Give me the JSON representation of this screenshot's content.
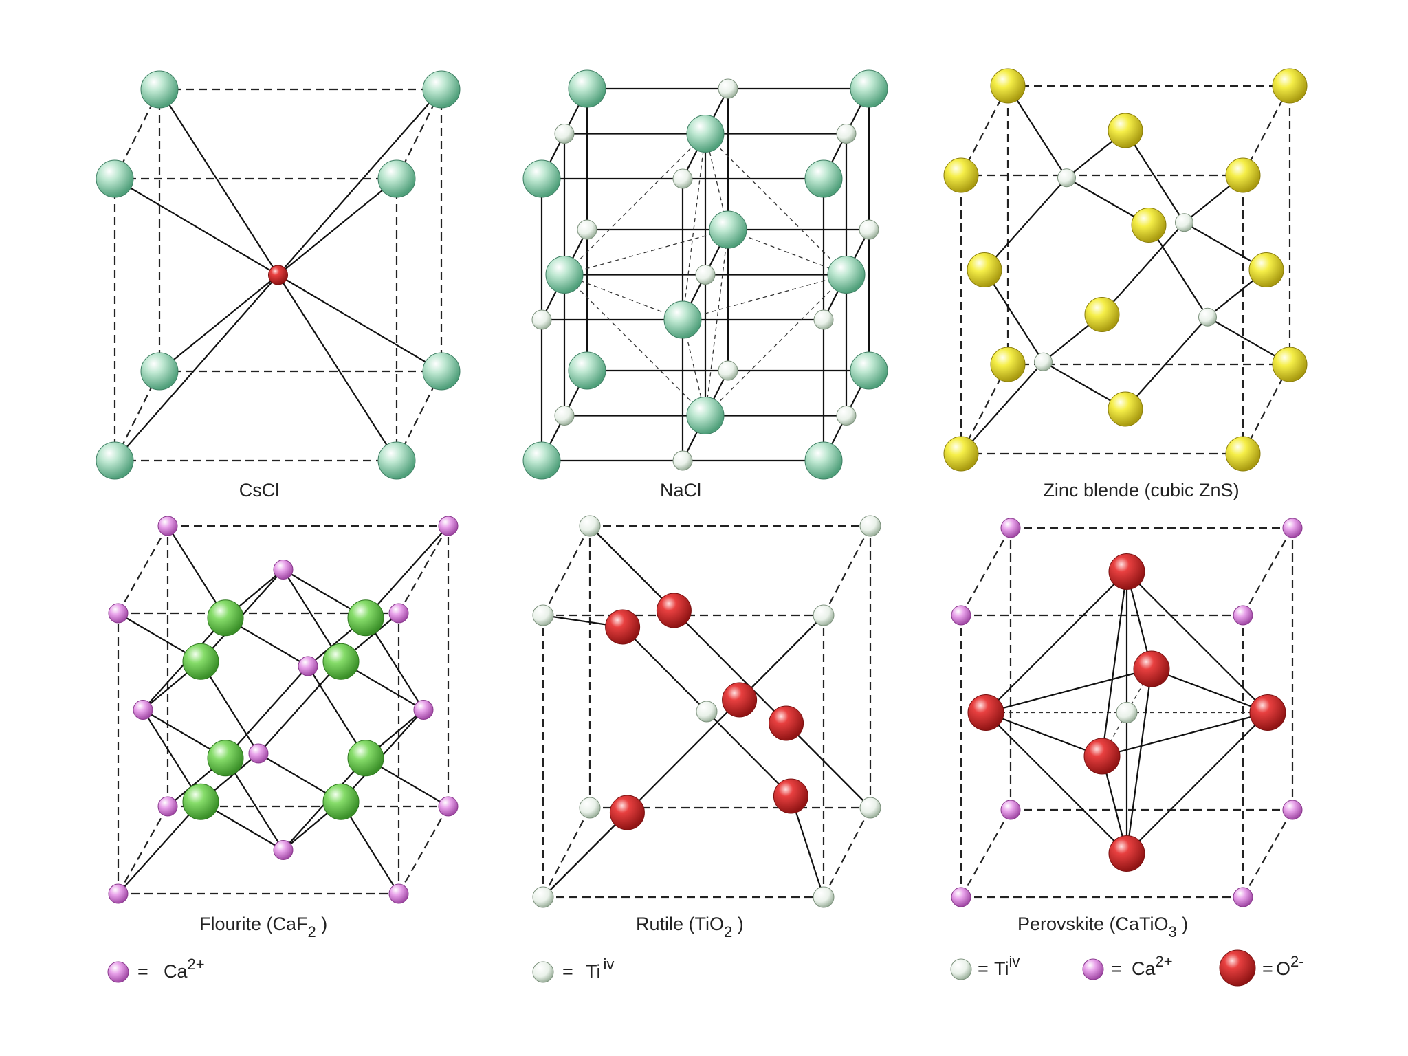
{
  "colors": {
    "teal_atom": "#9fd8bc",
    "white_atom": "#e6efe6",
    "yellow_atom": "#f3ec3a",
    "green_atom": "#74d35a",
    "pink_atom": "#e08fe2",
    "red_atom": "#e03434",
    "small_red_atom": "#ea4a3a"
  },
  "structures": {
    "cscl": {
      "caption": "CsCl"
    },
    "nacl": {
      "caption": "NaCl"
    },
    "zincblende": {
      "caption": "Zinc blende (cubic ZnS)"
    },
    "fluorite": {
      "caption_main": "Flourite (CaF",
      "caption_sub": "2",
      "caption_end": " )"
    },
    "rutile": {
      "caption_main": "Rutile (TiO",
      "caption_sub": "2",
      "caption_end": " )"
    },
    "perovskite": {
      "caption_main": "Perovskite (CaTiO",
      "caption_sub": "3",
      "caption_end": " )"
    }
  },
  "legend": {
    "fluorite": {
      "eq": "=",
      "text": "Ca",
      "sup": "2+"
    },
    "rutile": {
      "eq": "=",
      "text": "Ti",
      "sup": "iv"
    },
    "perovskite": [
      {
        "eq": "=",
        "text": "Ti",
        "sup": "iv"
      },
      {
        "eq": "=",
        "text": "Ca",
        "sup": "2+"
      },
      {
        "eq": "=",
        "text": "O",
        "sup": "2-"
      }
    ]
  }
}
